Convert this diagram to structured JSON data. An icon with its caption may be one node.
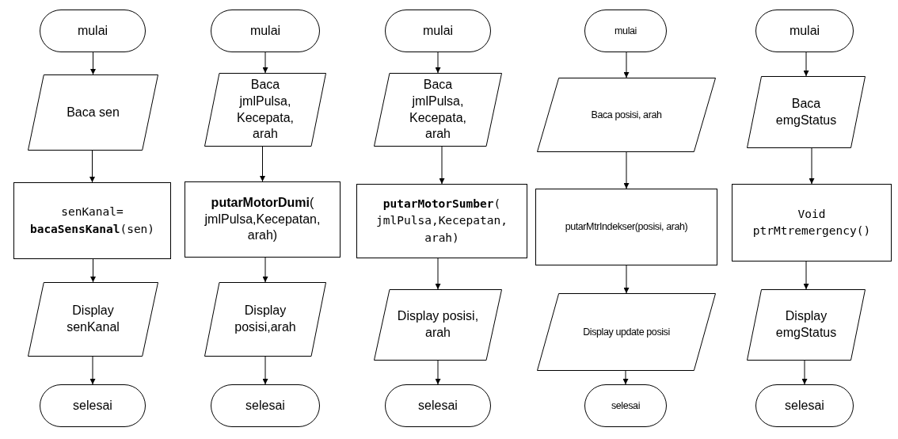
{
  "diagram": {
    "nodes": [
      {
        "text": [
          "mulai"
        ]
      },
      {
        "text": [
          "Baca sen"
        ]
      },
      {
        "text": [
          "senKanal= **bacaSensKanal**(sen)"
        ]
      },
      {
        "text": [
          "Display senKanal"
        ]
      },
      {
        "text": [
          "selesai"
        ]
      },
      {
        "text": [
          "mulai"
        ]
      },
      {
        "text": [
          "Baca jmlPulsa, Kecepata, arah"
        ]
      },
      {
        "text": [
          "**putarMotorDumi**( jmlPulsa,Kecepatan, arah)"
        ]
      },
      {
        "text": [
          "Display posisi,arah"
        ]
      },
      {
        "text": [
          "selesai"
        ]
      },
      {
        "text": [
          "mulai"
        ]
      },
      {
        "text": [
          "Baca jmlPulsa, Kecepata, arah"
        ]
      },
      {
        "text": [
          "**putarMotorSumber**( jmlPulsa,Kecepatan, arah)"
        ]
      },
      {
        "text": [
          "Display posisi, arah"
        ]
      },
      {
        "text": [
          "selesai"
        ]
      },
      {
        "text": [
          "mulai"
        ]
      },
      {
        "text": [
          "Baca posisi, arah"
        ]
      },
      {
        "text": [
          "putarMtrIndekser(posisi, arah)"
        ]
      },
      {
        "text": [
          "Display update posisi"
        ]
      },
      {
        "text": [
          "selesai"
        ]
      },
      {
        "text": [
          "mulai"
        ]
      },
      {
        "text": [
          "Baca emgStatus"
        ]
      },
      {
        "text": [
          "Void ptrMtremergency()"
        ]
      },
      {
        "text": [
          "Display emgStatus"
        ]
      },
      {
        "text": [
          "selesai"
        ]
      }
    ],
    "edges": [
      {
        "from": 0,
        "to": 1,
        "arrow": "to"
      },
      {
        "from": 1,
        "to": 2,
        "arrow": "to"
      },
      {
        "from": 2,
        "to": 3,
        "arrow": "to"
      },
      {
        "from": 3,
        "to": 4,
        "arrow": "to"
      },
      {
        "from": 5,
        "to": 6,
        "arrow": "to"
      },
      {
        "from": 6,
        "to": 7,
        "arrow": "to"
      },
      {
        "from": 7,
        "to": 8,
        "arrow": "to"
      },
      {
        "from": 8,
        "to": 9,
        "arrow": "to"
      },
      {
        "from": 10,
        "to": 11,
        "arrow": "to"
      },
      {
        "from": 11,
        "to": 12,
        "arrow": "to"
      },
      {
        "from": 12,
        "to": 13,
        "arrow": "to"
      },
      {
        "from": 13,
        "to": 14,
        "arrow": "to"
      },
      {
        "from": 15,
        "to": 16,
        "arrow": "to"
      },
      {
        "from": 16,
        "to": 17,
        "arrow": "to"
      },
      {
        "from": 17,
        "to": 18,
        "arrow": "to"
      },
      {
        "from": 18,
        "to": 19,
        "arrow": "to"
      },
      {
        "from": 20,
        "to": 21,
        "arrow": "to"
      },
      {
        "from": 21,
        "to": 22,
        "arrow": "to"
      },
      {
        "from": 22,
        "to": 23,
        "arrow": "to"
      },
      {
        "from": 23,
        "to": 24,
        "arrow": "to"
      }
    ]
  }
}
